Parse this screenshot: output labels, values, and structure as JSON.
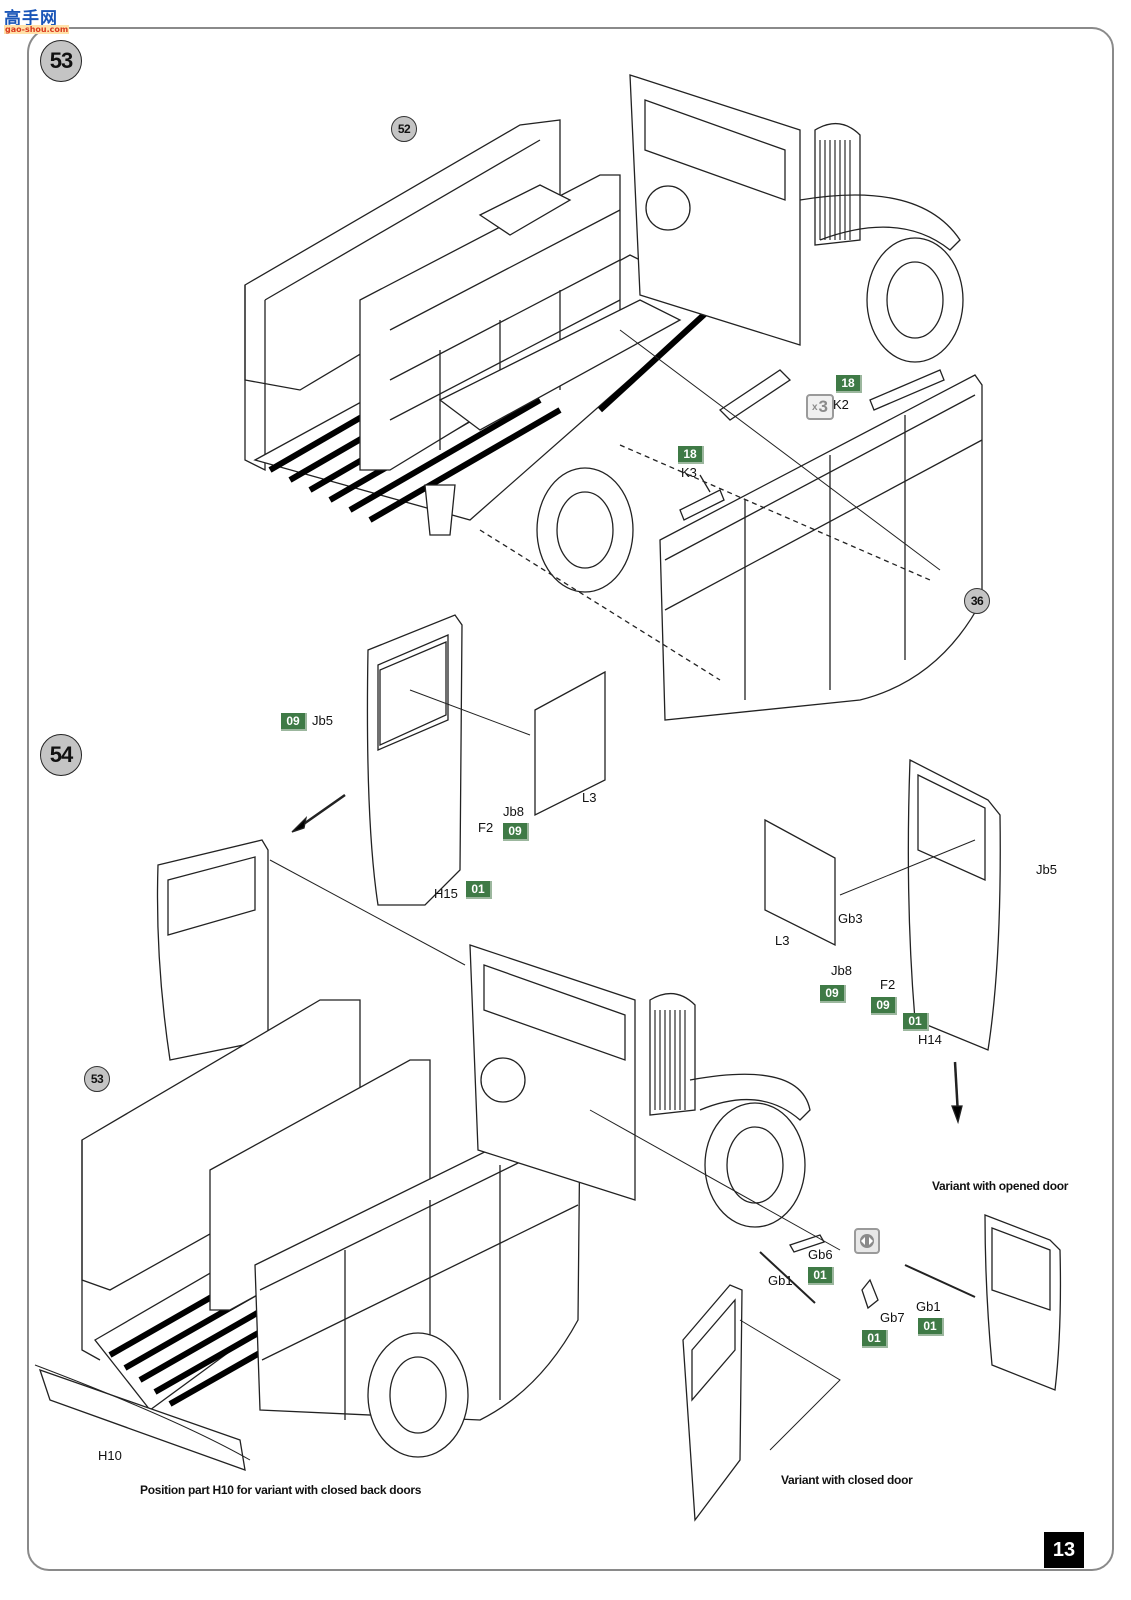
{
  "watermark": {
    "chinese": "高手网",
    "url": "gao-shou.com"
  },
  "page_number": "13",
  "steps": [
    {
      "number": "53",
      "refs": [
        "52",
        "36"
      ]
    },
    {
      "number": "54",
      "refs": [
        "53"
      ]
    }
  ],
  "step53": {
    "ref_52": "52",
    "ref_36": "36",
    "k2": {
      "label": "K2",
      "paint": "18",
      "quantity": "3",
      "quantity_prefix": "x"
    },
    "k3": {
      "label": "K3",
      "paint": "18"
    }
  },
  "step54": {
    "ref_53": "53",
    "left_door": {
      "jb5": {
        "label": "Jb5",
        "paint": "09"
      },
      "jb8": {
        "label": "Jb8",
        "paint": "09"
      },
      "f2": {
        "label": "F2"
      },
      "l3": {
        "label": "L3"
      },
      "h15": {
        "label": "H15",
        "paint": "01"
      }
    },
    "right_door": {
      "jb5": {
        "label": "Jb5"
      },
      "gb3": {
        "label": "Gb3"
      },
      "l3": {
        "label": "L3"
      },
      "jb8": {
        "label": "Jb8",
        "paint": "09"
      },
      "f2": {
        "label": "F2",
        "paint": "09"
      },
      "h14": {
        "label": "H14",
        "paint": "01"
      }
    },
    "linkage": {
      "gb6": {
        "label": "Gb6",
        "paint": "01"
      },
      "gb1_left": {
        "label": "Gb1"
      },
      "gb7": {
        "label": "Gb7",
        "paint": "01"
      },
      "gb1_right": {
        "label": "Gb1",
        "paint": "01"
      }
    },
    "h10": {
      "label": "H10"
    },
    "captions": {
      "opened_door": "Variant with opened door",
      "closed_door": "Variant with closed door",
      "h10_position": "Position part H10 for variant with closed back doors"
    }
  }
}
